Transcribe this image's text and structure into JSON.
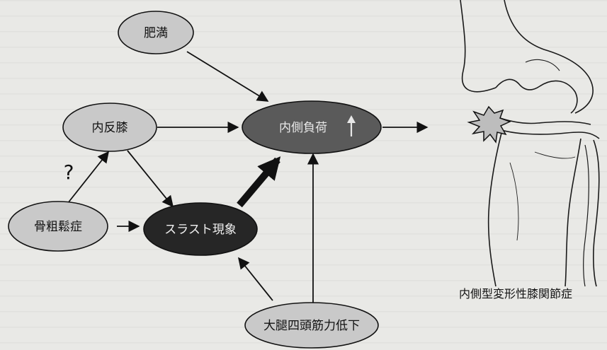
{
  "nodes": {
    "obesity": "肥満",
    "varus_knee": "内反膝",
    "osteoporosis": "骨粗鬆症",
    "medial_load": "内側負荷",
    "lateral_thrust": "スラスト現象",
    "quadriceps_weakness": "大腿四頭筋力低下"
  },
  "question_mark": "?",
  "caption": "内側型変形性膝関節症",
  "colors": {
    "light_node": "#c9c9c9",
    "dark_node": "#2c2c2c",
    "medium_node": "#5a5a5a",
    "arrow": "#111111"
  }
}
